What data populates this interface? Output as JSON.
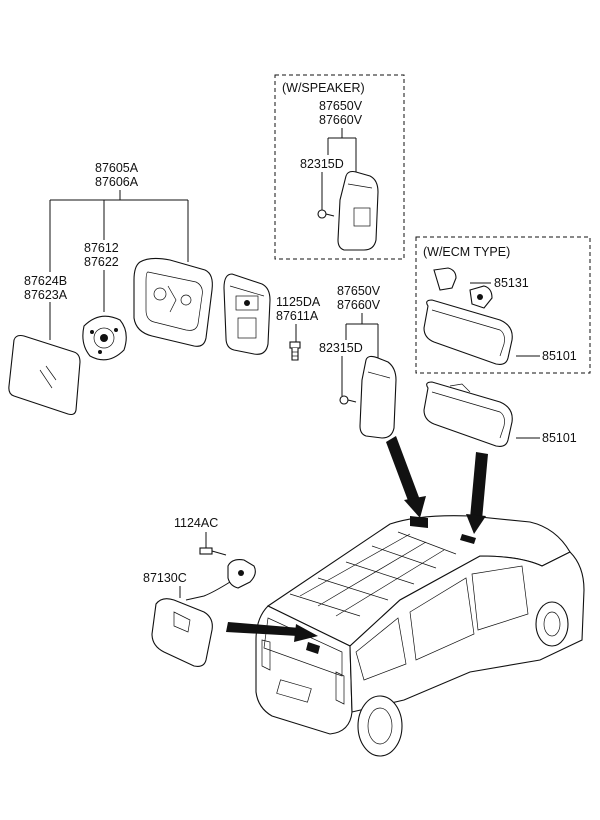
{
  "diagram": {
    "boxes": {
      "speaker": {
        "title": "(W/SPEAKER)"
      },
      "ecm": {
        "title": "(W/ECM TYPE)"
      }
    },
    "labels": {
      "outside_mirror_assy_1": "87605A",
      "outside_mirror_assy_2": "87606A",
      "mirror_glass_1": "87624B",
      "mirror_glass_2": "87623A",
      "actuator_1": "87612",
      "actuator_2": "87622",
      "screw": "1125DA",
      "cover": "87611A",
      "spk_cover_1": "87650V",
      "spk_cover_2": "87660V",
      "spk_screw": "82315D",
      "cover_1": "87650V",
      "cover_2": "87660V",
      "cover_screw": "82315D",
      "ecm_bracket": "85131",
      "ecm_mirror": "85101",
      "inside_mirror": "85101",
      "bolt": "1124AC",
      "tailgate_mirror": "87130C"
    }
  }
}
